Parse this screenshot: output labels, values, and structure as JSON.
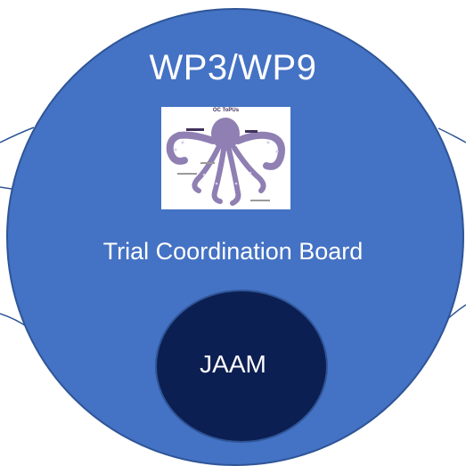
{
  "title": "WP3/WP9",
  "board_label": "Trial Coordination Board",
  "inner_label": "JAAM",
  "logo": {
    "caption": "OC ToPUs"
  },
  "colors": {
    "main_circle": "#4472c4",
    "main_circle_border": "#2f5597",
    "inner_ellipse": "#0c1f52",
    "connector_lines": "#2f5597",
    "logo_octopus": "#8f7fb3",
    "text": "#ffffff"
  }
}
